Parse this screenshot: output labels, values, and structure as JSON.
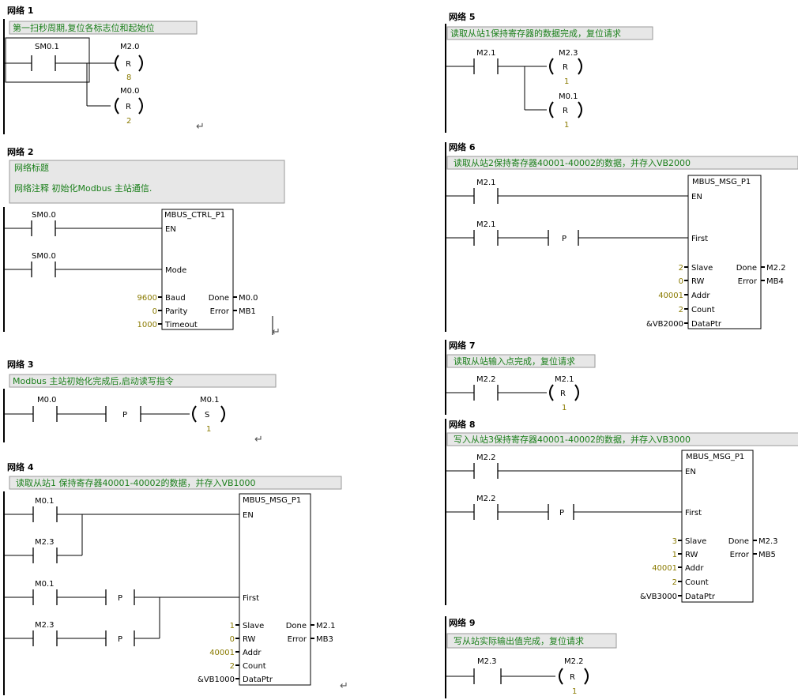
{
  "networks": [
    {
      "title": "网络 1",
      "comment": "第一扫秒周期,复位各标志位和起始位",
      "contact": "SM0.1",
      "coil_a": {
        "op": "M2.0",
        "type": "R",
        "n": "8"
      },
      "coil_b": {
        "op": "M0.0",
        "type": "R",
        "n": "2"
      }
    },
    {
      "title": "网络 2",
      "comment_title": "网络标题",
      "comment": "网络注释    初始化Modbus 主站通信.",
      "contact_a": "SM0.0",
      "contact_b": "SM0.0",
      "block": "MBUS_CTRL_P1",
      "pins": {
        "en": "EN",
        "mode": "Mode",
        "baud": "Baud",
        "parity": "Parity",
        "timeout": "Timeout",
        "done": "Done",
        "error": "Error"
      },
      "values": {
        "baud": "9600",
        "parity": "0",
        "timeout": "1000",
        "done": "M0.0",
        "error": "MB1"
      }
    },
    {
      "title": "网络 3",
      "comment": "Modbus 主站初始化完成后,启动读写指令",
      "contact": "M0.0",
      "p": "P",
      "coil": {
        "op": "M0.1",
        "type": "S",
        "n": "1"
      }
    },
    {
      "title": "网络 4",
      "comment": "读取从站1 保持寄存器40001-40002的数据，并存入VB1000",
      "contact_a": "M0.1",
      "contact_b": "M2.3",
      "contact_c": "M0.1",
      "contact_d": "M2.3",
      "p": "P",
      "block": "MBUS_MSG_P1",
      "pins": {
        "en": "EN",
        "first": "First",
        "slave": "Slave",
        "rw": "RW",
        "addr": "Addr",
        "count": "Count",
        "dataptr": "DataPtr",
        "done": "Done",
        "error": "Error"
      },
      "values": {
        "slave": "1",
        "rw": "0",
        "addr": "40001",
        "count": "2",
        "dataptr": "&VB1000",
        "done": "M2.1",
        "error": "MB3"
      }
    },
    {
      "title": "网络 5",
      "comment": "读取从站1保持寄存器的数据完成，复位请求",
      "contact": "M2.1",
      "coil_a": {
        "op": "M2.3",
        "type": "R",
        "n": "1"
      },
      "coil_b": {
        "op": "M0.1",
        "type": "R",
        "n": "1"
      }
    },
    {
      "title": "网络 6",
      "comment": "读取从站2保持寄存器40001-40002的数据，并存入VB2000",
      "contact_a": "M2.1",
      "contact_b": "M2.1",
      "p": "P",
      "block": "MBUS_MSG_P1",
      "pins": {
        "en": "EN",
        "first": "First",
        "slave": "Slave",
        "rw": "RW",
        "addr": "Addr",
        "count": "Count",
        "dataptr": "DataPtr",
        "done": "Done",
        "error": "Error"
      },
      "values": {
        "slave": "2",
        "rw": "0",
        "addr": "40001",
        "count": "2",
        "dataptr": "&VB2000",
        "done": "M2.2",
        "error": "MB4"
      }
    },
    {
      "title": "网络 7",
      "comment": "读取从站输入点完成，复位请求",
      "contact": "M2.2",
      "coil": {
        "op": "M2.1",
        "type": "R",
        "n": "1"
      }
    },
    {
      "title": "网络 8",
      "comment": "写入从站3保持寄存器40001-40002的数据，并存入VB3000",
      "contact_a": "M2.2",
      "contact_b": "M2.2",
      "p": "P",
      "block": "MBUS_MSG_P1",
      "pins": {
        "en": "EN",
        "first": "First",
        "slave": "Slave",
        "rw": "RW",
        "addr": "Addr",
        "count": "Count",
        "dataptr": "DataPtr",
        "done": "Done",
        "error": "Error"
      },
      "values": {
        "slave": "3",
        "rw": "1",
        "addr": "40001",
        "count": "2",
        "dataptr": "&VB3000",
        "done": "M2.3",
        "error": "MB5"
      }
    },
    {
      "title": "网络 9",
      "comment": "写从站实际输出值完成，复位请求",
      "contact": "M2.3",
      "coil": {
        "op": "M2.2",
        "type": "R",
        "n": "1"
      }
    }
  ],
  "return_symbol": "↵"
}
